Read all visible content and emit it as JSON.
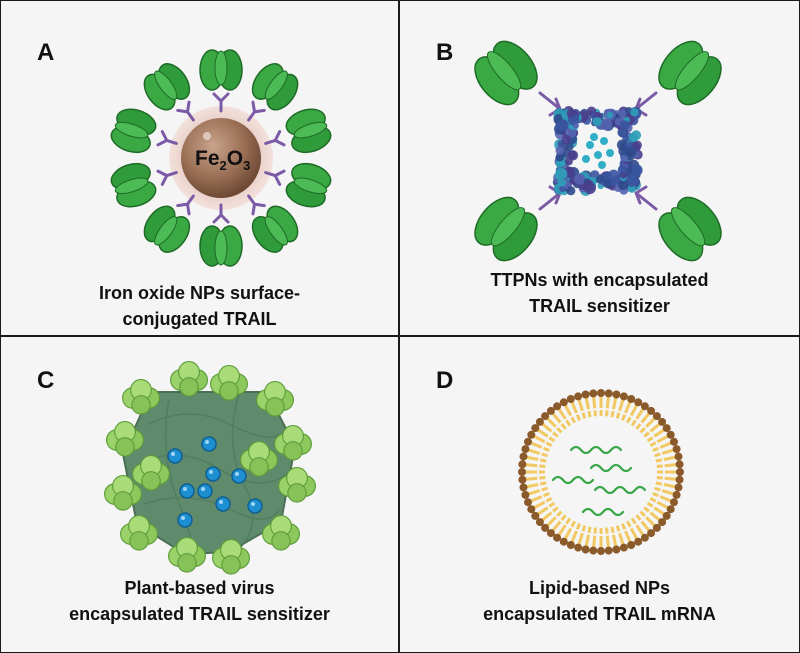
{
  "panels": [
    {
      "letter": "A",
      "caption_lines": [
        "Iron oxide NPs surface-",
        "conjugated TRAIL"
      ],
      "core_label": "Fe",
      "core_sub1": "2",
      "core_mid": "O",
      "core_sub2": "3"
    },
    {
      "letter": "B",
      "caption_lines": [
        "TTPNs with encapsulated",
        "TRAIL sensitizer"
      ]
    },
    {
      "letter": "C",
      "caption_lines": [
        "Plant-based virus",
        "encapsulated TRAIL sensitizer"
      ]
    },
    {
      "letter": "D",
      "caption_lines": [
        "Lipid-based NPs",
        "encapsulated TRAIL mRNA"
      ]
    }
  ],
  "colors": {
    "trail_green": "#2f9b3a",
    "trail_dark": "#1e6b26",
    "antibody_purple": "#7b5aa6",
    "iron_core": "#9a6f55",
    "halo": "#e9cfc8",
    "ttpn_blue": "#3b55a0",
    "ttpn_teal": "#2f9fb8",
    "virus_gray": "#5f8a6c",
    "virus_protein": "#9bd36a",
    "drug_blue": "#1e8fd0",
    "lipid_head": "#8b5a2b",
    "lipid_tail": "#f2c863",
    "mrna_green": "#3aa64a"
  }
}
